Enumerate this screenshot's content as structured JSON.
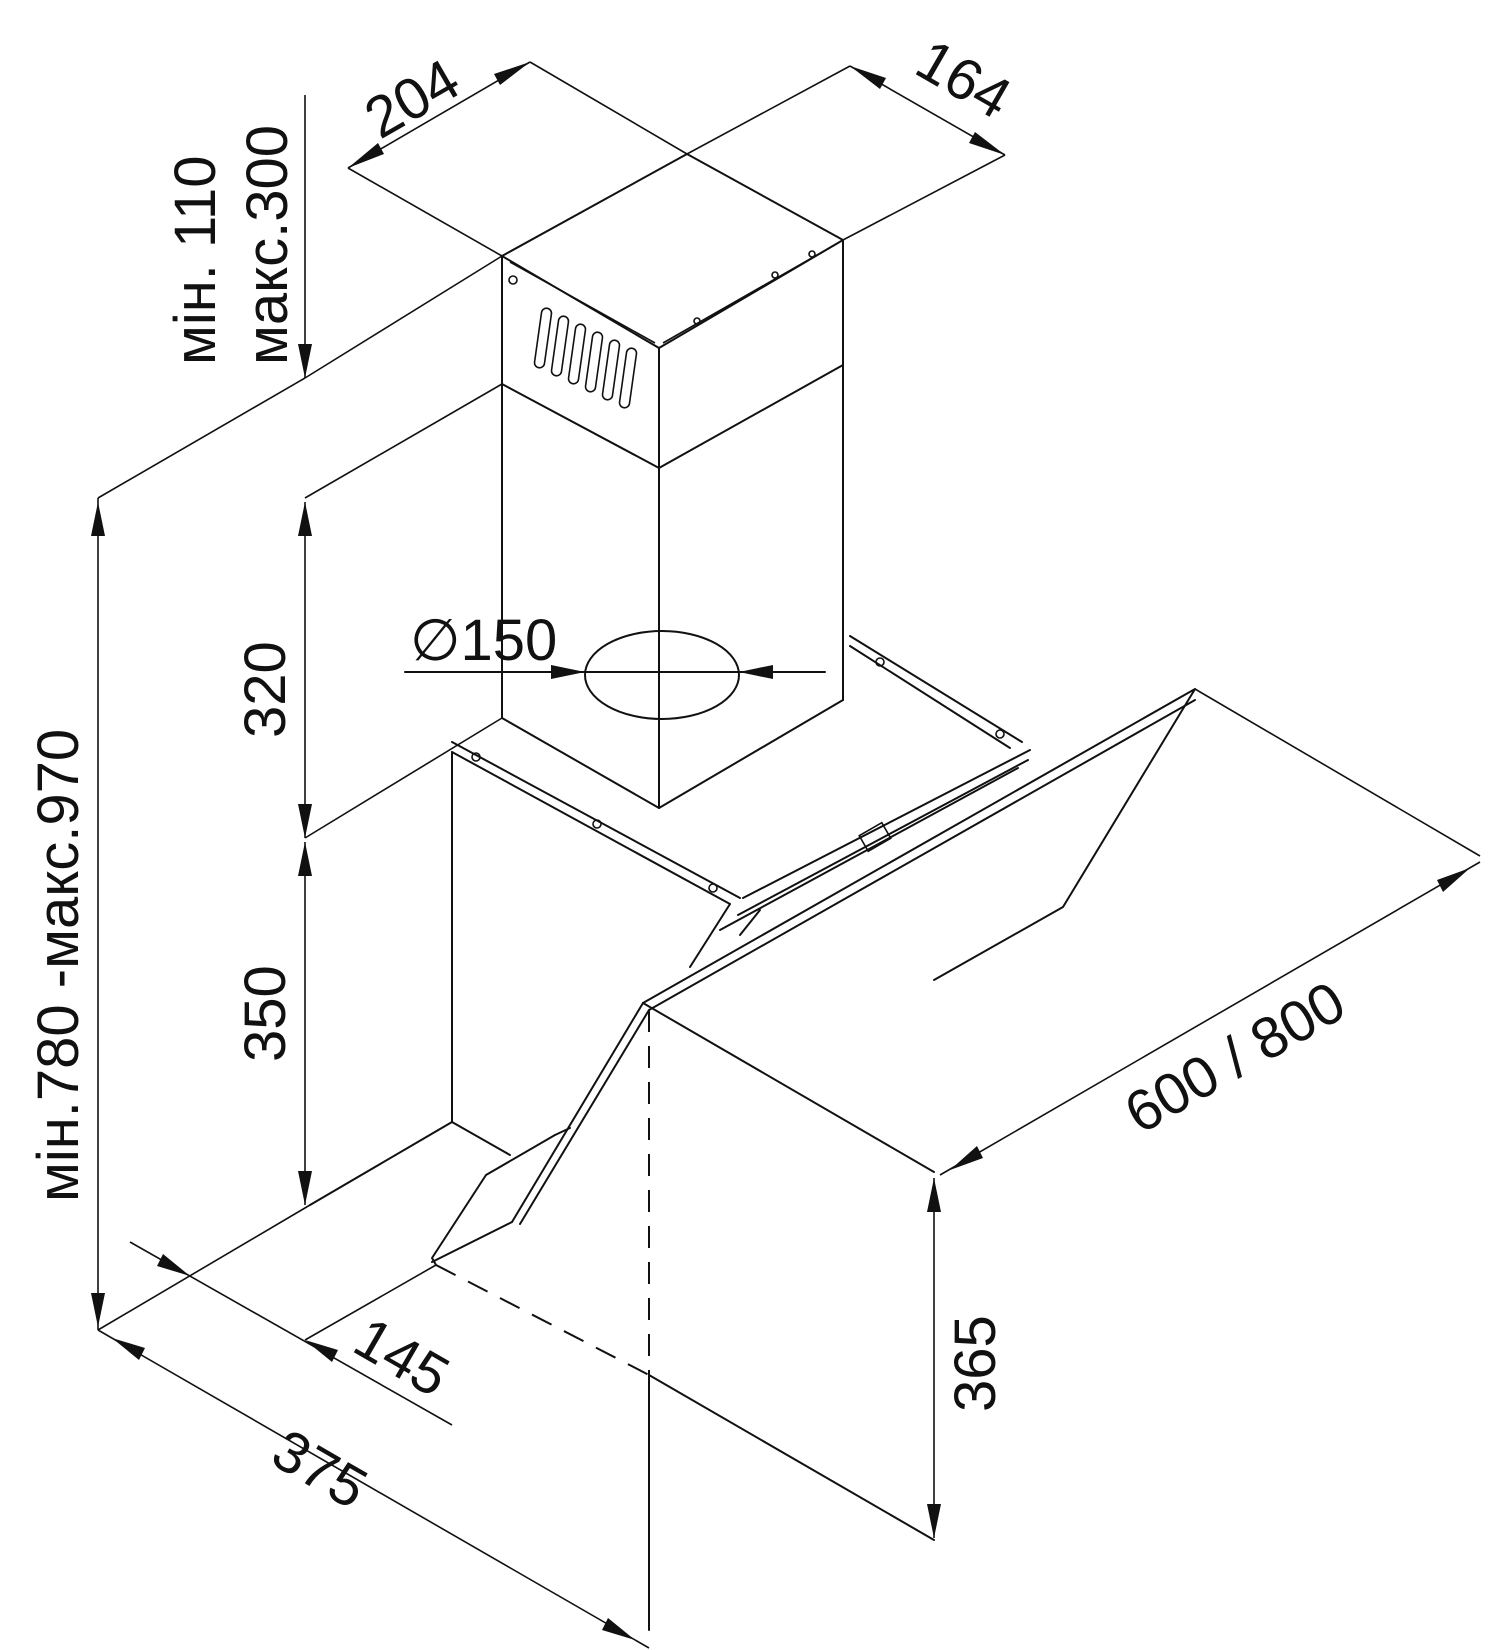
{
  "dimensions": {
    "duct_width": "204",
    "duct_depth": "164",
    "duct_extension": "мін. 110",
    "duct_extension_max": "макс.300",
    "total_height": "мін.780 -макс.970",
    "upper_duct_height": "320",
    "lower_duct_height": "350",
    "outlet_diameter": "∅150",
    "body_depth_top": "145",
    "body_depth": "375",
    "width": "600 / 800",
    "glass_height": "365"
  }
}
